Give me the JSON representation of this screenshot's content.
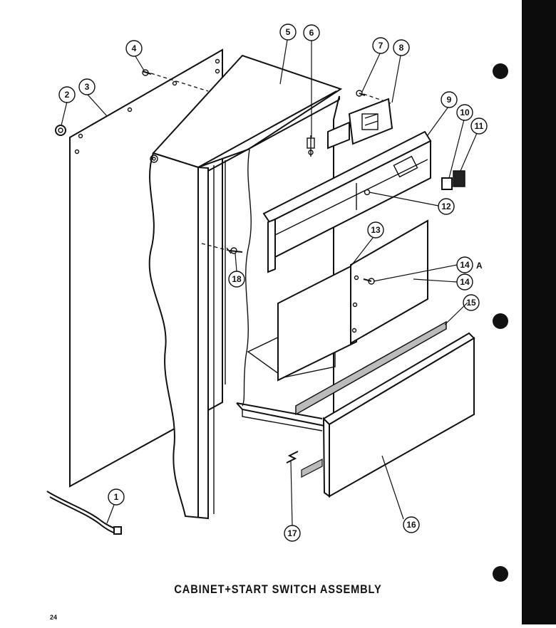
{
  "caption": "CABINET+START SWITCH ASSEMBLY",
  "page_number": "24",
  "callouts": [
    {
      "id": "1",
      "label": "1"
    },
    {
      "id": "2",
      "label": "2"
    },
    {
      "id": "3",
      "label": "3"
    },
    {
      "id": "4",
      "label": "4"
    },
    {
      "id": "5",
      "label": "5"
    },
    {
      "id": "6",
      "label": "6"
    },
    {
      "id": "7",
      "label": "7"
    },
    {
      "id": "8",
      "label": "8"
    },
    {
      "id": "9",
      "label": "9"
    },
    {
      "id": "10",
      "label": "10"
    },
    {
      "id": "11",
      "label": "11"
    },
    {
      "id": "12",
      "label": "12"
    },
    {
      "id": "13",
      "label": "13"
    },
    {
      "id": "14",
      "label": "14"
    },
    {
      "id": "14a",
      "label": "14",
      "suffix": "A"
    },
    {
      "id": "15",
      "label": "15"
    },
    {
      "id": "16",
      "label": "16"
    },
    {
      "id": "17",
      "label": "17"
    },
    {
      "id": "18",
      "label": "18"
    }
  ]
}
